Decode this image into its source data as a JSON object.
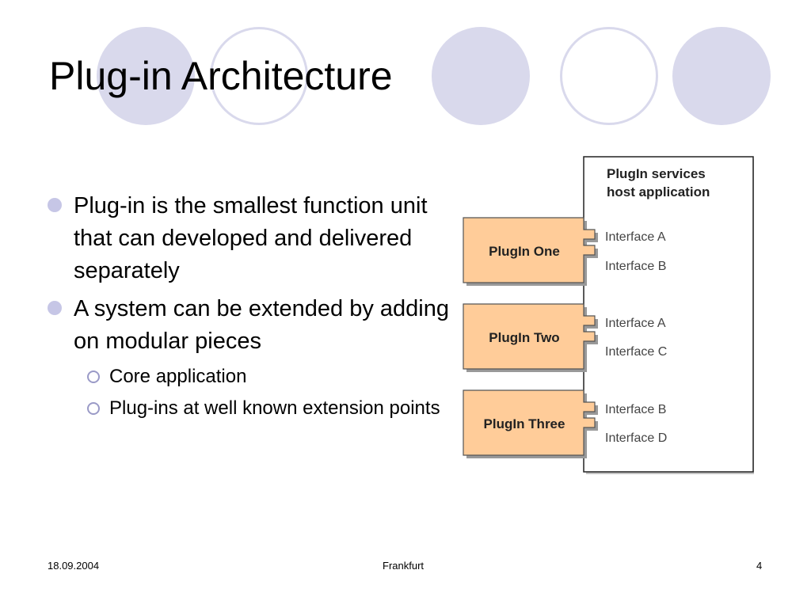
{
  "slide": {
    "title": "Plug-in Architecture",
    "bullets": [
      {
        "text": "Plug-in is the smallest function unit that can developed and delivered separately",
        "subs": []
      },
      {
        "text": "A system can be extended by adding on modular pieces",
        "subs": [
          "Core application",
          "Plug-ins at well known extension points"
        ]
      }
    ]
  },
  "diagram": {
    "host_label_line1": "PlugIn services",
    "host_label_line2": "host application",
    "plugins": [
      {
        "name": "PlugIn One",
        "interfaces": [
          "Interface A",
          "Interface B"
        ]
      },
      {
        "name": "PlugIn Two",
        "interfaces": [
          "Interface A",
          "Interface C"
        ]
      },
      {
        "name": "PlugIn Three",
        "interfaces": [
          "Interface B",
          "Interface D"
        ]
      }
    ],
    "colors": {
      "plugin_fill": "#ffcc99",
      "plugin_stroke": "#555555",
      "shadow": "#999999",
      "host_stroke": "#222222",
      "interface_text": "#444444"
    }
  },
  "footer": {
    "date": "18.09.2004",
    "location": "Frankfurt",
    "page_number": "4"
  },
  "decor": {
    "circle_fill": "#d9d9ec",
    "ring_stroke": "#d9d9ec"
  }
}
